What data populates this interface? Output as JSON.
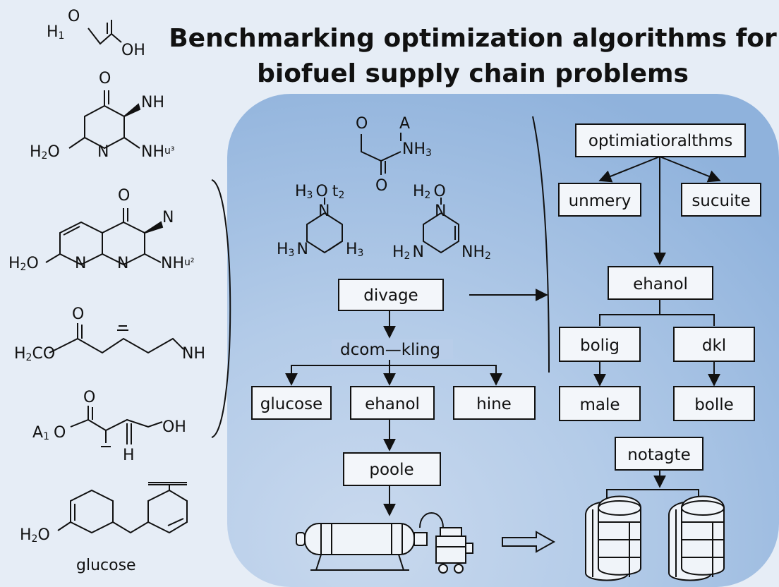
{
  "title": {
    "line1": "Benchmarking optimization algorithms for",
    "line2": "biofuel supply chain problems"
  },
  "molecules_left": {
    "m1": {
      "h": "H",
      "h_sub": "1",
      "o": "O",
      "oh": "OH"
    },
    "m2": {
      "o": "O",
      "nh": "NH",
      "h2o": "H",
      "h2o_sub": "2",
      "h2o_o": "O",
      "n": "N",
      "nh3": "NH",
      "nh3_sub": "u³"
    },
    "m3": {
      "o": "O",
      "n_top": "N",
      "h2o": "H",
      "h2o_sub": "2",
      "h2o_o": "O",
      "n1": "N",
      "n2": "N",
      "nh2": "NH",
      "nh2_sub": "u²"
    },
    "m4": {
      "o": "O",
      "h2co": "H",
      "h2co_sub": "2",
      "h2co_co": "CO",
      "nh": "NH"
    },
    "m5": {
      "o": "O",
      "a1": "A",
      "a1_sub": "1",
      "a1_o": "O",
      "oh": "OH",
      "h": "H"
    },
    "m6": {
      "h2o": "H",
      "h2o_sub": "2",
      "h2o_o": "O",
      "label": "glucose"
    }
  },
  "molecules_panel": {
    "top": {
      "o": "O",
      "a": "A",
      "nh3": "NH",
      "nh3_sub": "3",
      "o2": "O"
    },
    "left": {
      "h3o": "H",
      "h3o_sub": "3",
      "h3o_o": "O",
      "t2": "t",
      "t2_sub": "2",
      "n_top": "N",
      "h3n": "H",
      "h3n_sub": "3",
      "h3n_n": "N",
      "h3": "H",
      "h3_sub": "3"
    },
    "right": {
      "h2o": "H",
      "h2o_sub": "2",
      "h2o_o": "O",
      "n_top": "N",
      "h2n": "H",
      "h2n_sub": "2",
      "h2n_n": "N",
      "nh2": "NH",
      "nh2_sub": "2"
    }
  },
  "flow": {
    "divage": "divage",
    "dcomkling": "dcom—kling",
    "glucose": "glucose",
    "ehanol": "ehanol",
    "hine": "hine",
    "poole": "poole"
  },
  "tree": {
    "root": "optimiatioralthms",
    "unmery": "unmery",
    "sucuite": "sucuite",
    "ehanol": "ehanol",
    "bolig": "bolig",
    "dkl": "dkl",
    "male": "male",
    "bolle": "bolle",
    "notagte": "notagte"
  },
  "colors": {
    "page_bg": "#e6edf6",
    "panel_light": "#cbdbef",
    "panel_dark": "#93b6de",
    "box_fill": "#f3f6fa",
    "ink": "#111111"
  }
}
